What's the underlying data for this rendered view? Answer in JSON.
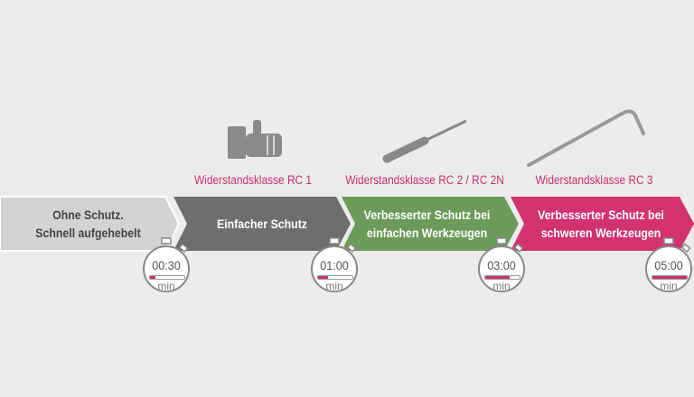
{
  "colors": {
    "background": "#ececec",
    "stage0": "#d3d3d3",
    "stage1": "#6e6e6e",
    "stage2": "#6c9a5b",
    "stage3": "#d2336d",
    "label": "#c8306b"
  },
  "stages": [
    {
      "lines": [
        "Ohne Schutz.",
        "Schnell aufgehebelt"
      ],
      "class_label": "",
      "icon": "",
      "time": "00:30",
      "unit": "min",
      "progress": 0.15
    },
    {
      "lines": [
        "Einfacher Schutz"
      ],
      "class_label": "Widerstandsklasse RC 1",
      "icon": "fist-icon",
      "time": "01:00",
      "unit": "min",
      "progress": 0.3
    },
    {
      "lines": [
        "Verbesserter Schutz bei",
        "einfachen Werkzeugen"
      ],
      "class_label": "Widerstandsklasse RC 2 / RC 2N",
      "icon": "screwdriver-icon",
      "time": "03:00",
      "unit": "min",
      "progress": 0.7
    },
    {
      "lines": [
        "Verbesserter Schutz bei",
        "schweren Werkzeugen"
      ],
      "class_label": "Widerstandsklasse RC 3",
      "icon": "crowbar-icon",
      "time": "05:00",
      "unit": "min",
      "progress": 1.0
    }
  ]
}
